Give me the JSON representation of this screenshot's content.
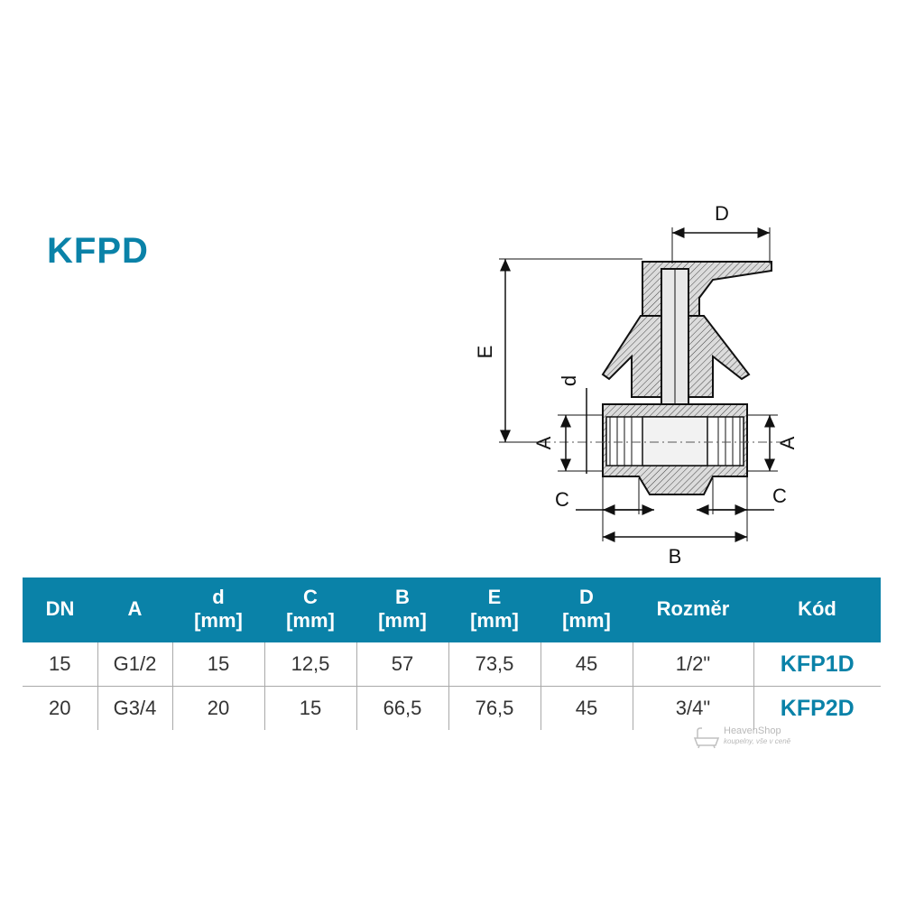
{
  "title": "KFPD",
  "drawing": {
    "labels": {
      "D": "D",
      "E": "E",
      "d": "d",
      "A_left": "A",
      "A_right": "A",
      "C_left": "C",
      "C_right": "C",
      "B": "B"
    }
  },
  "table": {
    "headers": [
      {
        "line1": "DN",
        "line2": ""
      },
      {
        "line1": "A",
        "line2": ""
      },
      {
        "line1": "d",
        "line2": "[mm]"
      },
      {
        "line1": "C",
        "line2": "[mm]"
      },
      {
        "line1": "B",
        "line2": "[mm]"
      },
      {
        "line1": "E",
        "line2": "[mm]"
      },
      {
        "line1": "D",
        "line2": "[mm]"
      },
      {
        "line1": "Rozměr",
        "line2": ""
      },
      {
        "line1": "Kód",
        "line2": ""
      }
    ],
    "rows": [
      [
        "15",
        "G1/2",
        "15",
        "12,5",
        "57",
        "73,5",
        "45",
        "1/2\"",
        "KFP1D"
      ],
      [
        "20",
        "G3/4",
        "20",
        "15",
        "66,5",
        "76,5",
        "45",
        "3/4\"",
        "KFP2D"
      ]
    ]
  },
  "watermark": {
    "brand": "HeavenShop",
    "tagline": "koupelny, vše v ceně"
  },
  "colors": {
    "accent": "#0a82a8",
    "text": "#333333",
    "grid": "#a9a9a9"
  }
}
